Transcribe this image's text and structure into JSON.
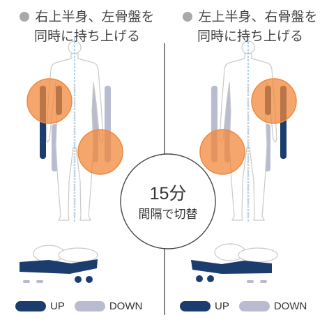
{
  "left_caption": {
    "line1": "右上半身、左骨盤を",
    "line2": "同時に持ち上げる"
  },
  "right_caption": {
    "line1": "左上半身、右骨盤を",
    "line2": "同時に持ち上げる"
  },
  "center": {
    "duration": "15分",
    "subtitle": "間隔で切替"
  },
  "legend": {
    "up": "UP",
    "down": "DOWN"
  },
  "colors": {
    "up": "#1b3d6e",
    "down": "#b9bcd0",
    "highlight": "#f0883c",
    "center_ring": "#444444"
  }
}
